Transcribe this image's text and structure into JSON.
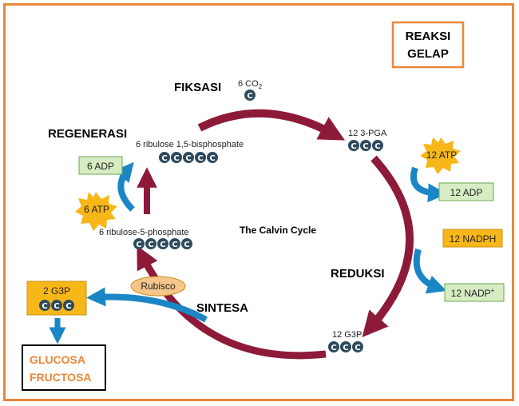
{
  "title_box": {
    "line1": "REAKSI",
    "line2": "GELAP"
  },
  "phases": {
    "fiksasi": "FIKSASI",
    "regenerasi": "REGENERASI",
    "reduksi": "REDUKSI",
    "sintesa": "SINTESA"
  },
  "center_label": "The Calvin Cycle",
  "molecules": {
    "co2_prefix": "6 CO",
    "co2_sub": "2",
    "pga": "12 3-PGA",
    "rubp": "6 ribulose 1,5-bisphosphate",
    "r5p": "6 ribulose-5-phosphate",
    "g3p_bottom": "12 G3P",
    "g3p_out": "2 G3P"
  },
  "carbon_letter": "C",
  "energy": {
    "atp_12": "12 ATP",
    "adp_12": "12 ADP",
    "nadph_12": "12 NADPH",
    "nadp_12": "12 NADP",
    "nadp_sup": "+",
    "atp_6": "6 ATP",
    "adp_6": "6 ADP"
  },
  "enzyme": "Rubisco",
  "products": {
    "line1": "GLUCOSA",
    "line2": "FRUCTOSA"
  },
  "colors": {
    "frame": "#e8873a",
    "cycle_arrow": "#8e1a3a",
    "blue_arrow": "#1b86c6",
    "carbon": "#2e4a5e",
    "atp_burst": "#f7b718",
    "adp_box": "#d8ecc4",
    "nadph_box": "#f7b718",
    "rubisco": "#f6c58a",
    "product_text": "#e8873a"
  }
}
